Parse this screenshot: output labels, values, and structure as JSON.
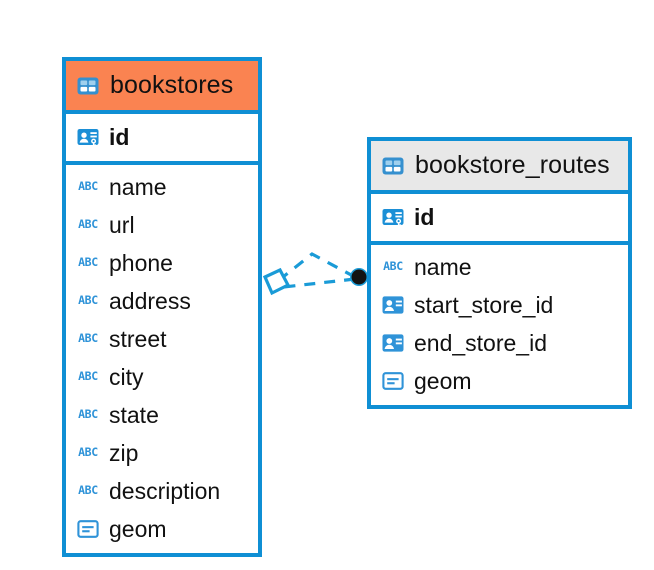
{
  "diagram": {
    "type": "entity-relationship-diagram",
    "background": "#ffffff",
    "colors": {
      "border_blue": "#0f8fd4",
      "header_accent_orange": "#fa8351",
      "header_muted_gray": "#e8e8e8",
      "icon_blue": "#2f93d8",
      "text": "#111111",
      "connector_blue": "#1a9bd7",
      "connector_endpoint_dark": "#111111"
    },
    "entities": [
      {
        "name": "bookstores",
        "header_style": "accent",
        "icon": "table-icon",
        "primary_keys": [
          {
            "label": "id",
            "icon": "primary-key-icon",
            "type": "pk"
          }
        ],
        "fields": [
          {
            "label": "name",
            "icon": "text-abc-icon",
            "type": "text"
          },
          {
            "label": "url",
            "icon": "text-abc-icon",
            "type": "text"
          },
          {
            "label": "phone",
            "icon": "text-abc-icon",
            "type": "text"
          },
          {
            "label": "address",
            "icon": "text-abc-icon",
            "type": "text"
          },
          {
            "label": "street",
            "icon": "text-abc-icon",
            "type": "text"
          },
          {
            "label": "city",
            "icon": "text-abc-icon",
            "type": "text"
          },
          {
            "label": "state",
            "icon": "text-abc-icon",
            "type": "text"
          },
          {
            "label": "zip",
            "icon": "text-abc-icon",
            "type": "text"
          },
          {
            "label": "description",
            "icon": "text-abc-icon",
            "type": "text"
          },
          {
            "label": "geom",
            "icon": "geometry-icon",
            "type": "geometry"
          }
        ]
      },
      {
        "name": "bookstore_routes",
        "header_style": "muted",
        "icon": "table-icon",
        "primary_keys": [
          {
            "label": "id",
            "icon": "primary-key-icon",
            "type": "pk"
          }
        ],
        "fields": [
          {
            "label": "name",
            "icon": "text-abc-icon",
            "type": "text"
          },
          {
            "label": "start_store_id",
            "icon": "foreign-key-icon",
            "type": "fk"
          },
          {
            "label": "end_store_id",
            "icon": "foreign-key-icon",
            "type": "fk"
          },
          {
            "label": "geom",
            "icon": "geometry-icon",
            "type": "geometry"
          }
        ]
      }
    ],
    "relationship": {
      "from_entity": "bookstore_routes",
      "to_entity": "bookstores",
      "style": "dashed",
      "source_endpoint": "filled-circle",
      "target_endpoint": "open-diamond",
      "branches": 2
    },
    "abc_icon_text": "ABC"
  }
}
